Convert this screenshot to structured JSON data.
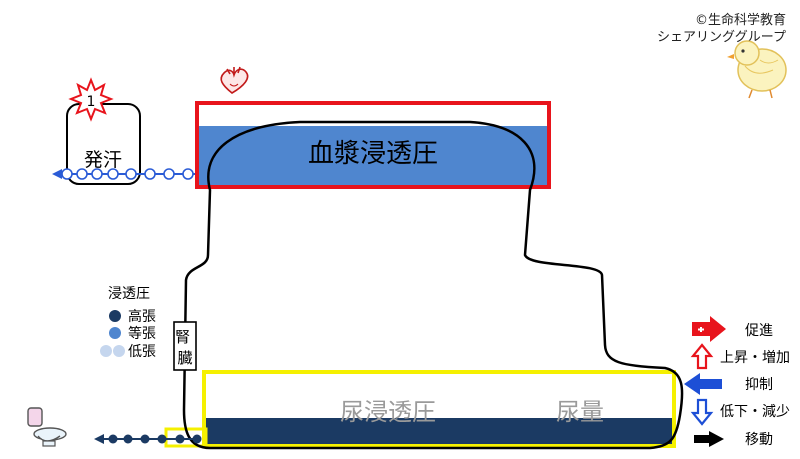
{
  "copyright": "©生命科学教育",
  "copyright2": "シェアリンググループ",
  "sweat": {
    "badge": "1",
    "label": "発汗"
  },
  "plasma_label": "血漿浸透圧",
  "kidney_label": "腎臓",
  "urine_osmolality_label": "尿浸透圧",
  "urine_volume_label": "尿量",
  "legend_osmo": {
    "title": "浸透圧",
    "items": [
      {
        "label": "高張",
        "color": "#1b3a63"
      },
      {
        "label": "等張",
        "color": "#4f86cf"
      },
      {
        "label": "低張",
        "color": "#c5d6ee"
      }
    ]
  },
  "legend_arrows": {
    "items": [
      {
        "icon": "red-right-arrow-icon",
        "label": "促進"
      },
      {
        "icon": "red-up-arrow-icon",
        "label": "上昇・増加"
      },
      {
        "icon": "blue-left-arrow-icon",
        "label": "抑制"
      },
      {
        "icon": "blue-down-arrow-icon",
        "label": "低下・減少"
      },
      {
        "icon": "black-right-arrow-icon",
        "label": "移動"
      }
    ]
  },
  "colors": {
    "plasma_fill": "#4f86cf",
    "urine_fill": "#1b3a63",
    "plasma_frame": "#e8141c",
    "urine_frame": "#f5f000",
    "red": "#e8141c",
    "blue": "#1d4fd6",
    "sweat_arrow": "#2a5bd6",
    "black": "#000000"
  }
}
